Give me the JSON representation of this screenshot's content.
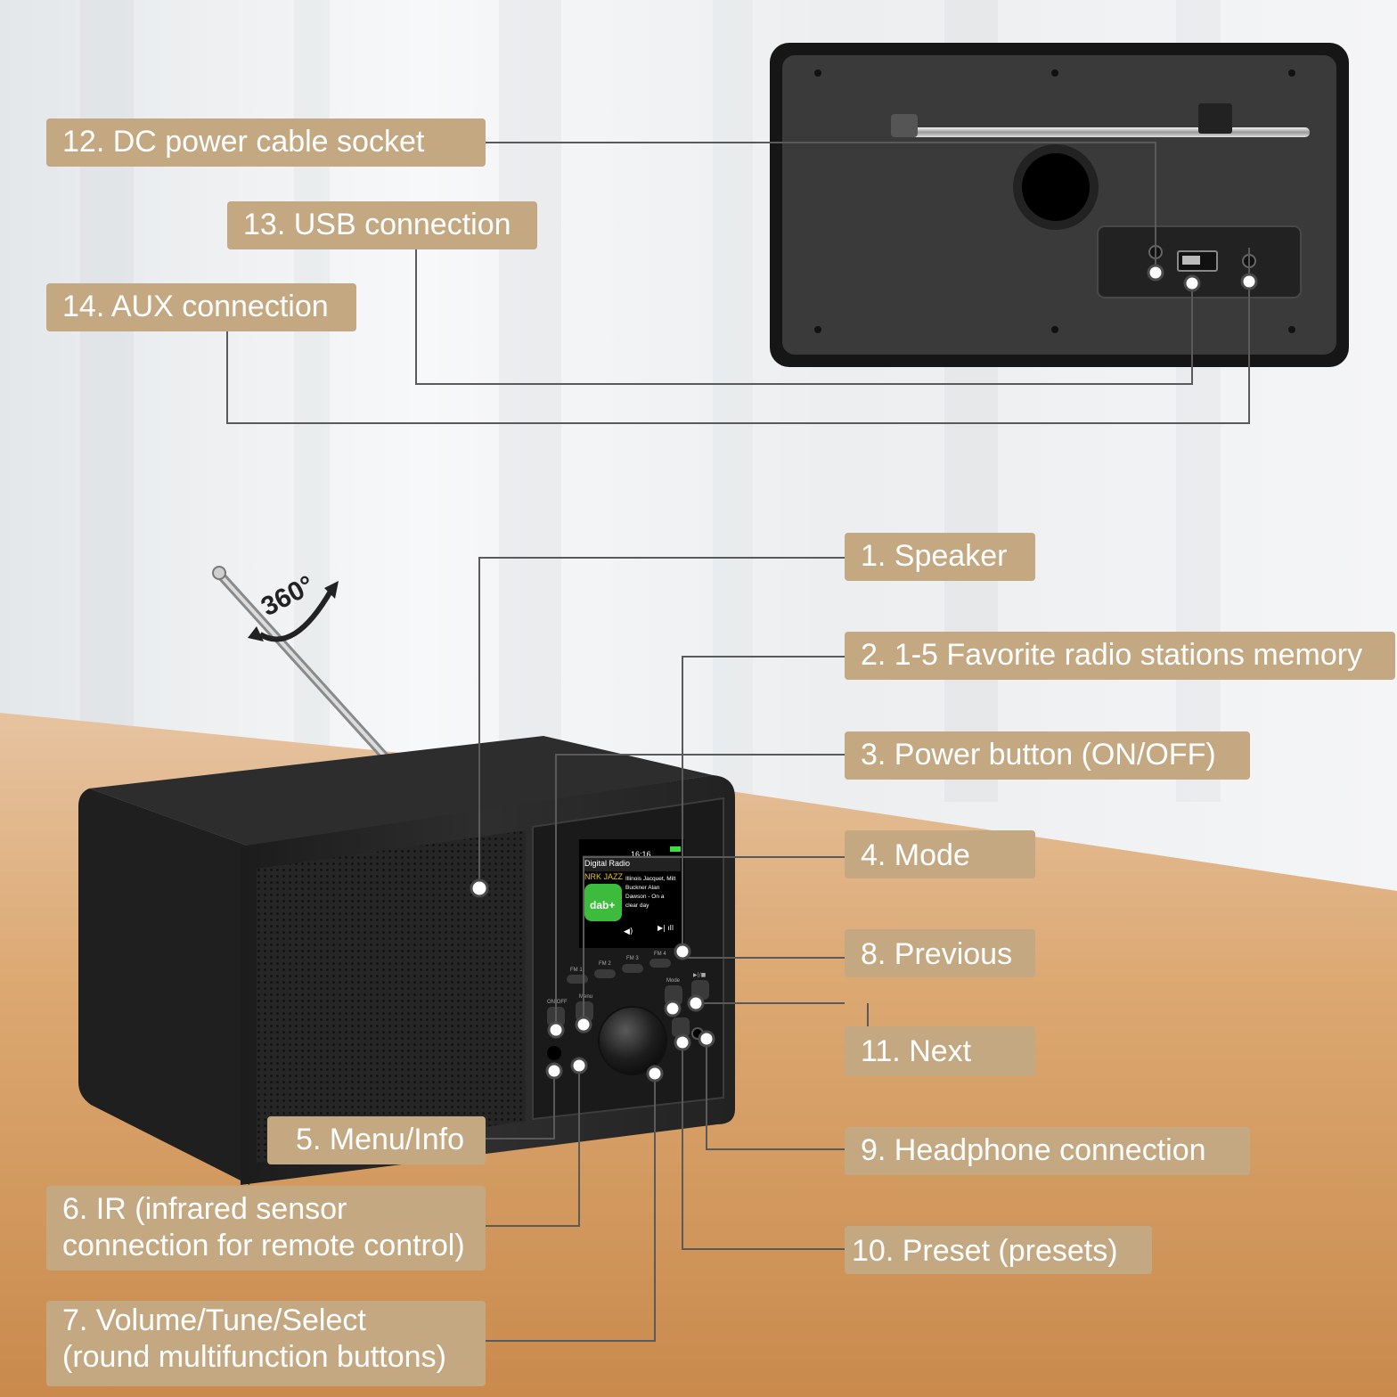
{
  "antenna_rotation": "360°",
  "screen": {
    "header": "Digital Radio",
    "time": "16:16",
    "station": "NRK JAZZ",
    "logo": "dab+",
    "text_lines": [
      "Illinois Jacquet, Milt",
      "Buckner Alan",
      "Dawson - On a",
      "clear day"
    ]
  },
  "button_labels": {
    "fm1": "FM 1",
    "fm2": "FM 2",
    "fm3": "FM 3",
    "fm4": "FM 4",
    "onoff": "ON/OFF",
    "menu": "Menu",
    "mode": "Mode",
    "playpause": "▶|/■"
  },
  "callouts": {
    "c1": "1. Speaker",
    "c2": "2. 1-5 Favorite radio stations memory",
    "c3": "3. Power button (ON/OFF)",
    "c4": "4. Mode",
    "c5": "5. Menu/Info",
    "c6_line1": "6. IR (infrared sensor",
    "c6_line2": "connection for remote control)",
    "c7_line1": "7. Volume/Tune/Select",
    "c7_line2": "(round multifunction buttons)",
    "c8": "8. Previous",
    "c9": "9. Headphone connection",
    "c10": "10. Preset (presets)",
    "c11": "11. Next",
    "c12": "12. DC power cable socket",
    "c13": "13. USB connection",
    "c14": "14. AUX connection"
  },
  "colors": {
    "label_bg": "#c4a882",
    "label_text": "#ffffff",
    "radio_body": "#2b2b2b",
    "wall": "#eef0f2",
    "desk": "#d8a46c"
  }
}
